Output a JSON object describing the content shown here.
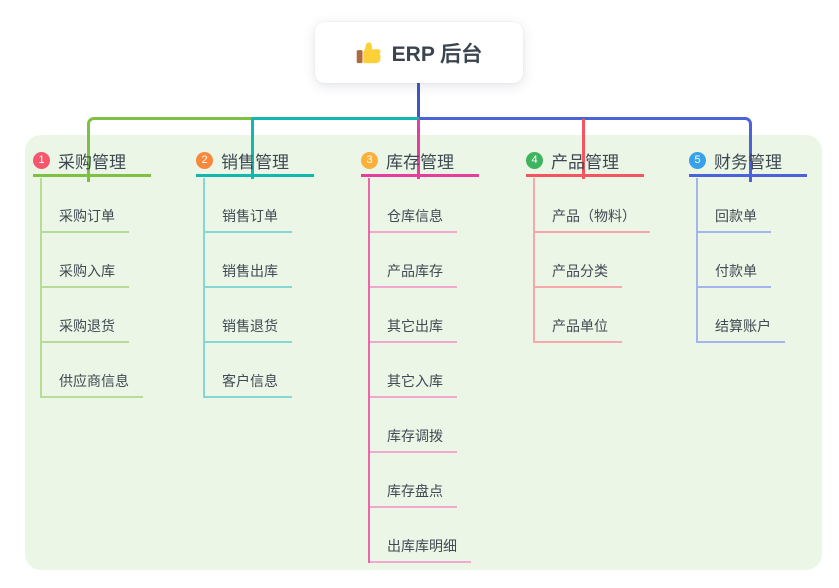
{
  "root": {
    "title": "ERP 后台",
    "icon": "thumbs-up-icon"
  },
  "panel": {
    "background": "#ebf6e7"
  },
  "connector": {
    "root_stub_color": "#4353c9"
  },
  "branches": [
    {
      "num": "1",
      "title": "采购管理",
      "color": "#7dc044",
      "light": "#b7dc98",
      "badge_color": "#f6576c",
      "items": [
        "采购订单",
        "采购入库",
        "采购退货",
        "供应商信息"
      ]
    },
    {
      "num": "2",
      "title": "销售管理",
      "color": "#12b7ae",
      "light": "#84d7d2",
      "badge_color": "#f8883c",
      "items": [
        "销售订单",
        "销售出库",
        "销售退货",
        "客户信息"
      ]
    },
    {
      "num": "3",
      "title": "库存管理",
      "color": "#e53e9d",
      "light": "#f2a8cf",
      "vertical": "#ec66ab",
      "badge_color": "#fbb03c",
      "items": [
        "仓库信息",
        "产品库存",
        "其它出库",
        "其它入库",
        "库存调拨",
        "库存盘点",
        "出库库明细"
      ]
    },
    {
      "num": "4",
      "title": "产品管理",
      "color": "#f4555e",
      "light": "#f8a8ab",
      "badge_color": "#3eb45f",
      "items": [
        "产品（物料）",
        "产品分类",
        "产品单位"
      ]
    },
    {
      "num": "5",
      "title": "财务管理",
      "color": "#4a63d8",
      "light": "#a4b4ec",
      "badge_color": "#38a1e9",
      "items": [
        "回款单",
        "付款单",
        "结算账户"
      ]
    }
  ]
}
